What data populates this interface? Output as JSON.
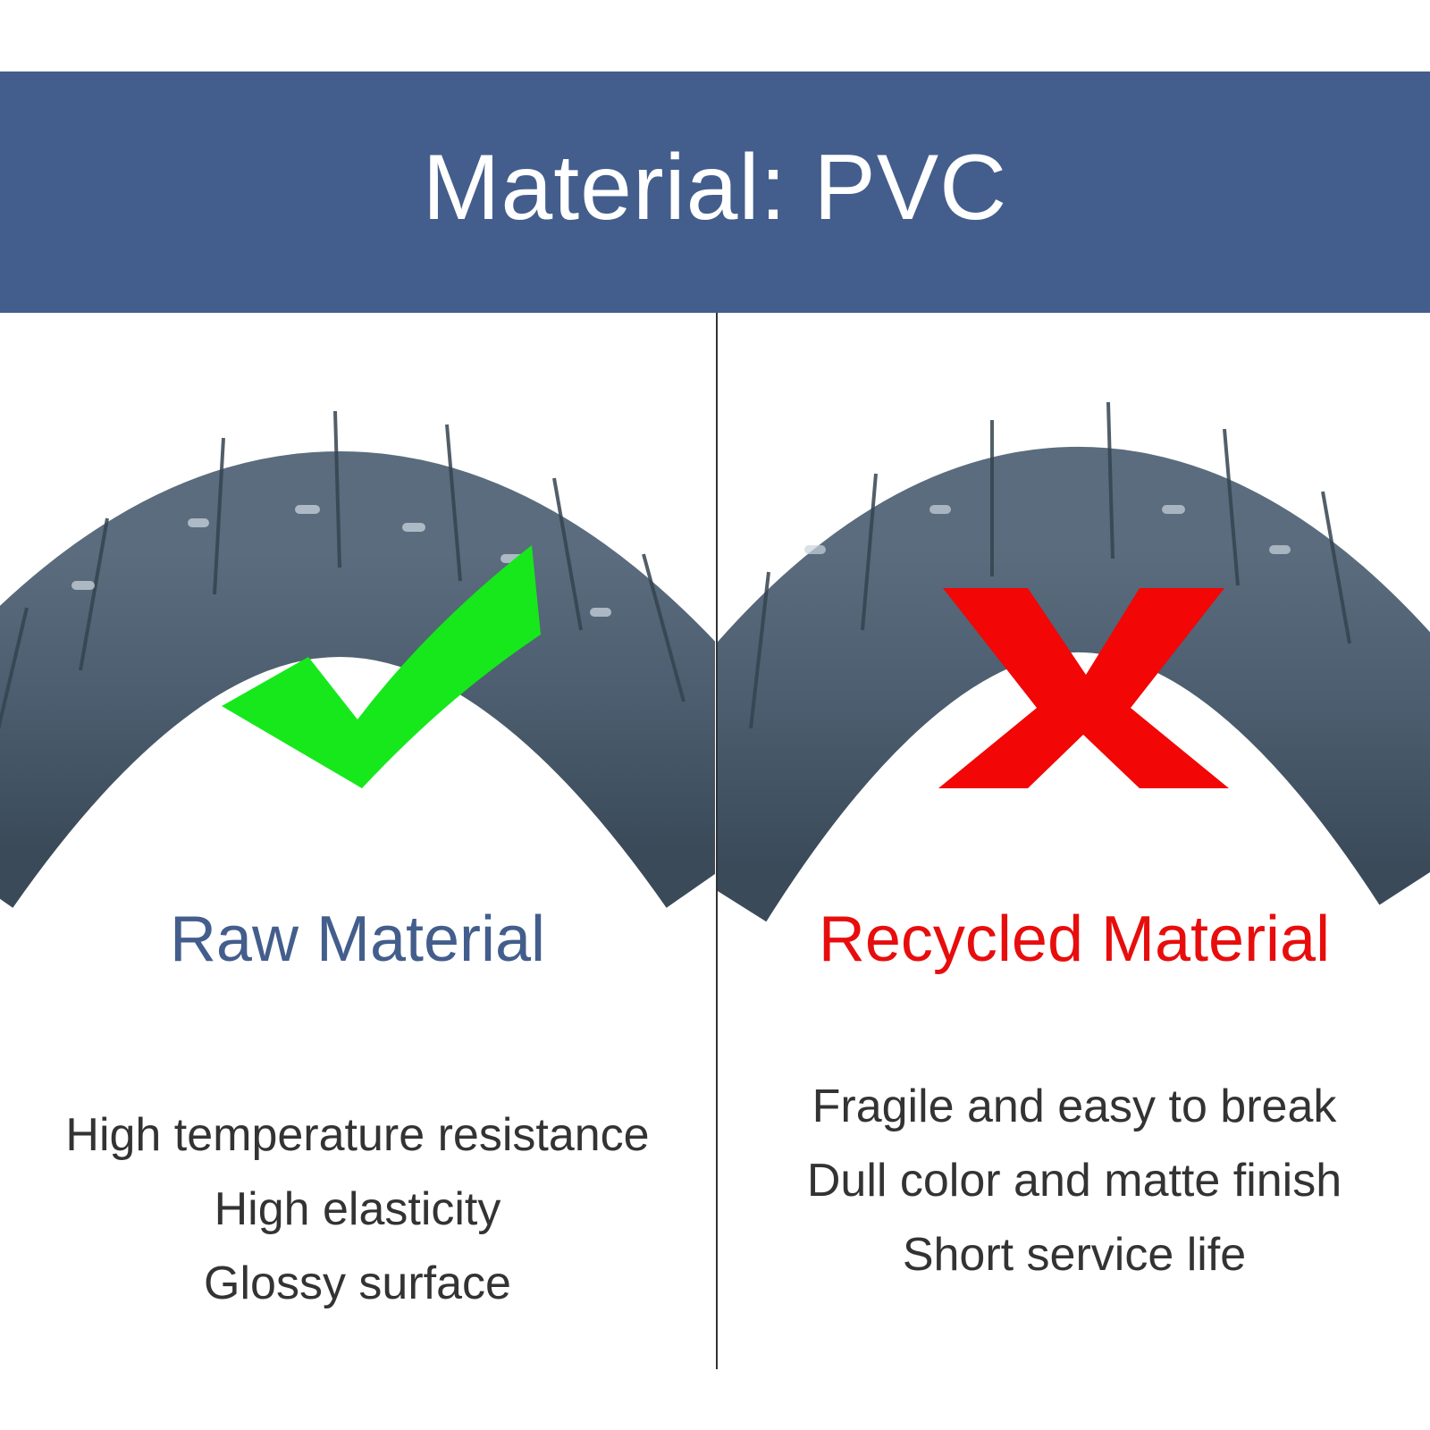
{
  "banner": {
    "title": "Material: PVC",
    "color": "#435e8c"
  },
  "left": {
    "heading": "Raw Material",
    "heading_color": "#435e8c",
    "mark": "check-icon",
    "mark_color": "#16e81b",
    "points": [
      "High temperature resistance",
      "High elasticity",
      "Glossy surface"
    ]
  },
  "right": {
    "heading": "Recycled Material",
    "heading_color": "#e80d0d",
    "mark": "cross-icon",
    "mark_color": "#f20606",
    "points": [
      "Fragile and easy to break",
      "Dull color and matte finish",
      "Short service life"
    ]
  }
}
